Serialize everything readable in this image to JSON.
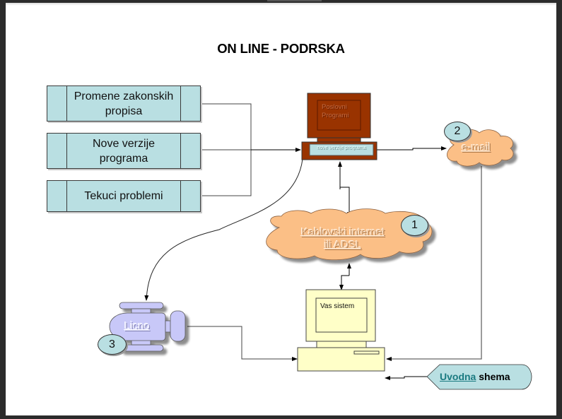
{
  "slide": {
    "title": "ON LINE - PODRSKA"
  },
  "processes": [
    {
      "label": "Promene zakonskih propisa"
    },
    {
      "label": "Nove verzije programa"
    },
    {
      "label": "Tekuci problemi"
    }
  ],
  "business_computer": {
    "screen_label_line1": "Poslovni",
    "screen_label_line2": "Programi",
    "keyboard_label": "nove verzije programa",
    "color": "#993300"
  },
  "email_cloud": {
    "label": "e-mail",
    "badge": "2",
    "color": "#fbbf86"
  },
  "internet_cloud": {
    "label_line1": "Kablovski internet",
    "label_line2": "ili ADSL",
    "badge": "1",
    "color": "#fbbf86"
  },
  "personal_support": {
    "label": "Licno",
    "badge": "3",
    "color": "#c8c8f8"
  },
  "user_computer": {
    "screen_label": "Vas sistem",
    "color": "#ffffc8"
  },
  "nav_button": {
    "link_text": "Uvodna",
    "rest_text": " shema",
    "color": "#b9dfe2"
  }
}
